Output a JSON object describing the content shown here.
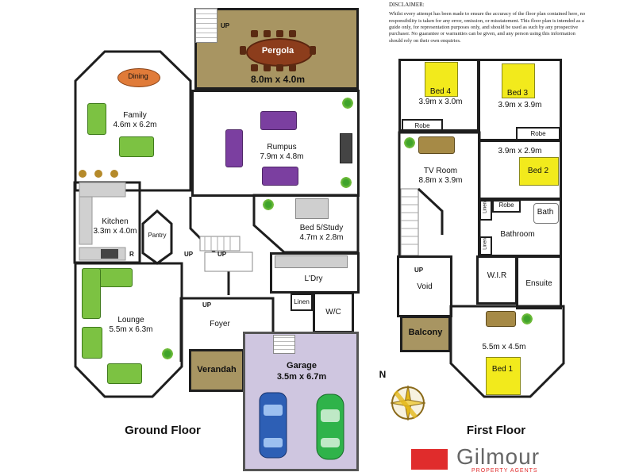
{
  "disclaimer": {
    "heading": "DISCLAIMER:",
    "body": "Whilst every attempt has been made to ensure the accuracy of the floor plan contained here, no responsibility is taken for any error, omission, or misstatement. This floor plan is intended as a guide only, for representation purposes only, and should be used as such by any prospective purchaser. No guarantee or warranties can be given, and any person using this information should rely on their own enquiries."
  },
  "ground_floor": {
    "title": "Ground Floor",
    "rooms": {
      "pergola": {
        "name": "Pergola",
        "size": "8.0m x 4.0m"
      },
      "dining": {
        "name": "Dining"
      },
      "family": {
        "name": "Family",
        "size": "4.6m x 6.2m"
      },
      "rumpus": {
        "name": "Rumpus",
        "size": "7.9m x 4.8m"
      },
      "kitchen": {
        "name": "Kitchen",
        "size": "3.3m x 4.0m"
      },
      "pantry": {
        "name": "Pantry"
      },
      "bed5": {
        "name": "Bed 5/Study",
        "size": "4.7m x 2.8m"
      },
      "laundry": {
        "name": "L'Dry"
      },
      "linen": {
        "name": "Linen"
      },
      "wc": {
        "name": "W/C"
      },
      "lounge": {
        "name": "Lounge",
        "size": "5.5m x 6.3m"
      },
      "foyer": {
        "name": "Foyer"
      },
      "verandah": {
        "name": "Verandah"
      },
      "garage": {
        "name": "Garage",
        "size": "3.5m x 6.7m"
      }
    },
    "markers": {
      "up1": "UP",
      "up2": "UP",
      "up3": "UP",
      "up4": "UP",
      "fridge": "R"
    }
  },
  "first_floor": {
    "title": "First Floor",
    "rooms": {
      "bed4": {
        "name": "Bed 4",
        "size": "3.9m x 3.0m"
      },
      "bed3": {
        "name": "Bed 3",
        "size": "3.9m x 3.9m"
      },
      "robe1": {
        "name": "Robe"
      },
      "robe2": {
        "name": "Robe"
      },
      "robe3": {
        "name": "Robe"
      },
      "tvroom": {
        "name": "TV Room",
        "size": "8.8m x 3.9m"
      },
      "bed2": {
        "name": "Bed 2",
        "size": "3.9m x 2.9m"
      },
      "linen": {
        "name": "Linen"
      },
      "linen2": {
        "name": "Linen"
      },
      "bath": {
        "name": "Bath"
      },
      "bathroom": {
        "name": "Bathroom"
      },
      "void": {
        "name": "Void"
      },
      "wir": {
        "name": "W.I.R"
      },
      "ensuite": {
        "name": "Ensuite"
      },
      "balcony": {
        "name": "Balcony"
      },
      "bed1": {
        "name": "Bed 1",
        "size": "5.5m x 4.5m"
      }
    },
    "markers": {
      "up": "UP"
    }
  },
  "compass": {
    "north": "N"
  },
  "brand": {
    "name": "Gilmour",
    "tagline": "PROPERTY AGENTS",
    "accent": "#e02c2c",
    "text_color": "#666666"
  },
  "colors": {
    "pergola": "#a89562",
    "garage": "#cfc6e0",
    "verandah": "#a89562",
    "balcony": "#a89562",
    "bed_highlight": "#f2ea1c",
    "sofa_green": "#7cc242",
    "sofa_purple": "#7b3fa0",
    "wall": "#1e1e1e"
  }
}
